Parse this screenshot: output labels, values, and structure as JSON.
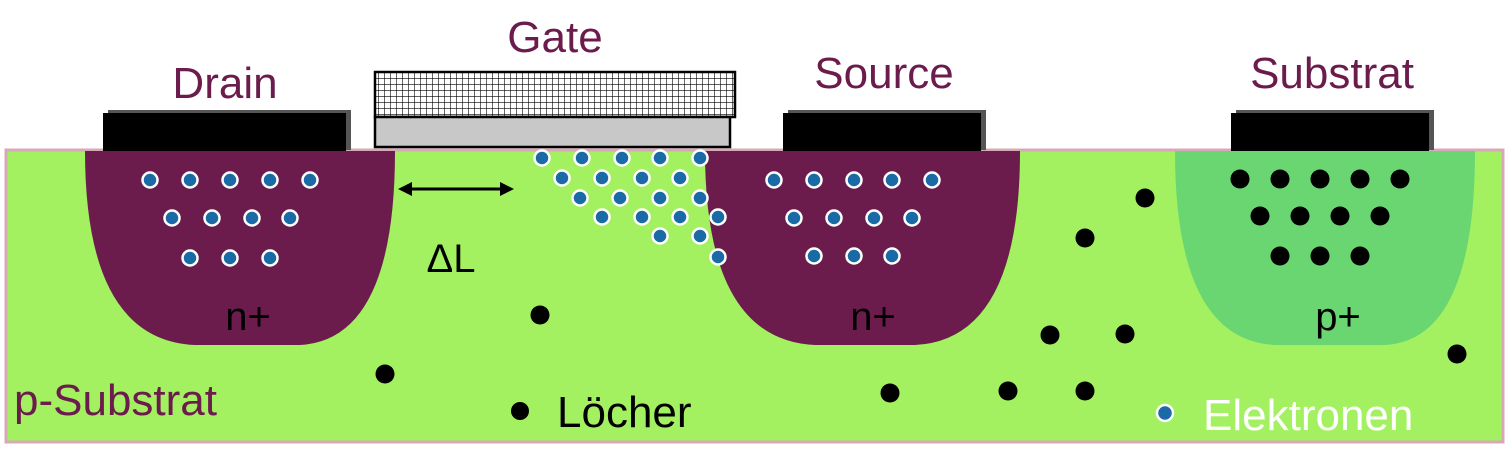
{
  "labels": {
    "gate": "Gate",
    "drain": "Drain",
    "source": "Source",
    "substrate_contact": "Substrat",
    "drain_doping": "n+",
    "source_doping": "n+",
    "substrate_doping": "p+",
    "delta_l": "ΔL",
    "p_substrate": "p-Substrat",
    "holes_legend": "Löcher",
    "electrons_legend": "Elektronen"
  },
  "colors": {
    "substrate_fill": "#a3f060",
    "substrate_border": "#d8a8b8",
    "n_plus_region": "#6b1c4c",
    "p_plus_region": "#6ad672",
    "contact_metal": "#000000",
    "gate_oxide": "#c8c8c8",
    "label_purple": "#6b1c4c",
    "electron_fill": "#1a6aa6",
    "electron_outline": "#ffffff",
    "hole_fill": "#000000",
    "legend_white_text": "#ffffff"
  }
}
